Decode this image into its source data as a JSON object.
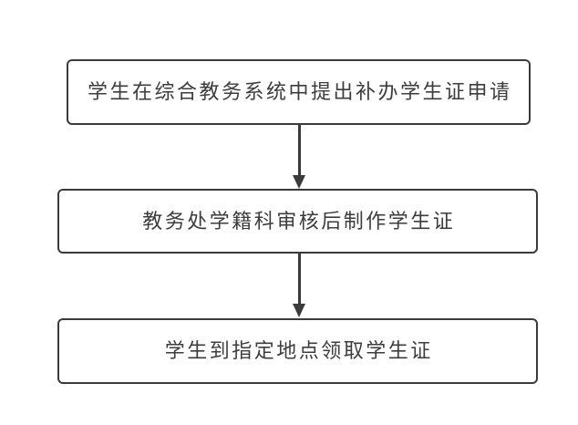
{
  "flowchart": {
    "type": "vertical-process-flow",
    "nodes": [
      {
        "id": "step-1",
        "label": "学生在综合教务系统中提出补办学生证申请"
      },
      {
        "id": "step-2",
        "label": "教务处学籍科审核后制作学生证"
      },
      {
        "id": "step-3",
        "label": "学生到指定地点领取学生证"
      }
    ],
    "connectors": [
      {
        "from": "step-1",
        "to": "step-2",
        "style": "solid-line-filled-arrowhead-down"
      },
      {
        "from": "step-2",
        "to": "step-3",
        "style": "solid-line-filled-arrowhead-down"
      }
    ],
    "colors": {
      "background": "#ffffff",
      "border": "#3b3b3b",
      "text": "#3d3d3d",
      "arrow": "#3b3b3b"
    }
  }
}
